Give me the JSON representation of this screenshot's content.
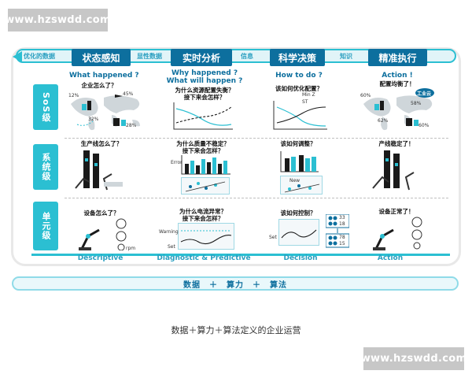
{
  "watermark": "www.hzswdd.com",
  "flow_labels": [
    "优化的数据",
    "显性数据",
    "信息",
    "知识"
  ],
  "stages": [
    "状态感知",
    "实时分析",
    "科学决策",
    "精准执行"
  ],
  "levels": [
    "SoS级",
    "系统级",
    "单元级"
  ],
  "rows": {
    "sos": {
      "q1_title": "What happened ?",
      "q1_sub": "企业怎么了？",
      "q2_title": "Why happened ?",
      "q2_title2": "What will happen ?",
      "q2_sub1": "为什么资源配置失衡？",
      "q2_sub2": "接下来会怎样？",
      "q3_title": "How to do ?",
      "q3_sub": "该如何优化配置？",
      "q3_min": "Min Z",
      "q3_st": "ST",
      "q4_title": "Action !",
      "q4_sub": "配置均衡了！",
      "q4_cloud": "工业云",
      "pct_left": [
        "12%",
        "45%",
        "32%",
        "28%"
      ],
      "pct_right": [
        "60%",
        "58%",
        "62%",
        "60%"
      ]
    },
    "system": {
      "q1": "生产线怎么了？",
      "q2_1": "为什么质量不稳定？",
      "q2_2": "接下来会怎样？",
      "q3": "该如何调整？",
      "q4": "产线稳定了！",
      "error_lbl": "Error",
      "new_lbl": "New"
    },
    "unit": {
      "q1": "设备怎么了？",
      "q2_1": "为什么电流异常？",
      "q2_2": "接下来会怎样？",
      "q3": "该如何控制？",
      "q4": "设备正常了！",
      "warning_lbl": "Warning",
      "set_lbl": "Set",
      "rpm_lbl": "rpm",
      "grid_vals": [
        "33",
        "18",
        "78",
        "15"
      ]
    }
  },
  "categories": [
    "Descriptive",
    "Diagnostic & Predictive",
    "Decision",
    "Action"
  ],
  "tagline": "数据　＋　算力　＋　算法",
  "caption": "数据＋算力＋算法定义的企业运营",
  "colors": {
    "primary": "#0d6f9e",
    "accent": "#2bbfd2",
    "dark": "#1a1a1a"
  }
}
